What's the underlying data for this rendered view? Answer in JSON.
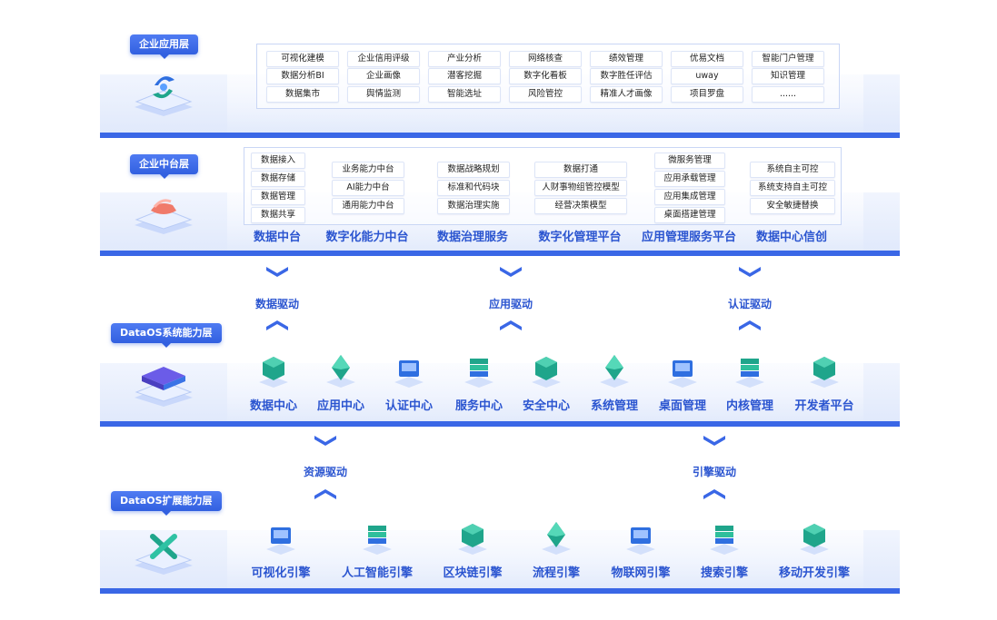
{
  "layers": {
    "application": {
      "badge": "企业应用层",
      "items": [
        [
          "可视化建模",
          "企业信用评级",
          "产业分析",
          "网络核查",
          "绩效管理",
          "优易文档",
          "智能门户管理"
        ],
        [
          "数据分析BI",
          "企业画像",
          "潜客挖掘",
          "数字化看板",
          "数字胜任评估",
          "uway",
          "知识管理"
        ],
        [
          "数据集市",
          "舆情监测",
          "智能选址",
          "风险管控",
          "精准人才画像",
          "项目罗盘",
          "......"
        ]
      ]
    },
    "middle": {
      "badge": "企业中台层",
      "groups": [
        {
          "label": "数据中台",
          "items": [
            "数据接入",
            "数据存储",
            "数据管理",
            "数据共享"
          ]
        },
        {
          "label": "数字化能力中台",
          "items": [
            "业务能力中台",
            "AI能力中台",
            "通用能力中台"
          ]
        },
        {
          "label": "数据治理服务",
          "items": [
            "数据战略规划",
            "标准和代码块",
            "数据治理实施"
          ]
        },
        {
          "label": "数字化管理平台",
          "items": [
            "数据打通",
            "人财事物组管控模型",
            "经营决策模型"
          ]
        },
        {
          "label": "应用管理服务平台",
          "items": [
            "微服务管理",
            "应用承载管理",
            "应用集成管理",
            "桌面搭建管理"
          ]
        },
        {
          "label": "数据中心信创",
          "items": [
            "系统自主可控",
            "系统支持自主可控",
            "安全敏捷替换"
          ]
        }
      ]
    },
    "dataos": {
      "badge": "DataOS系统能力层",
      "items": [
        {
          "label": "数据中心",
          "icon": "data-center-icon"
        },
        {
          "label": "应用中心",
          "icon": "application-center-icon"
        },
        {
          "label": "认证中心",
          "icon": "authentication-center-icon"
        },
        {
          "label": "服务中心",
          "icon": "service-center-icon"
        },
        {
          "label": "安全中心",
          "icon": "security-center-icon"
        },
        {
          "label": "系统管理",
          "icon": "system-management-icon"
        },
        {
          "label": "桌面管理",
          "icon": "desktop-management-icon"
        },
        {
          "label": "内核管理",
          "icon": "kernel-management-icon"
        },
        {
          "label": "开发者平台",
          "icon": "developer-platform-icon"
        }
      ]
    },
    "extension": {
      "badge": "DataOS扩展能力层",
      "items": [
        {
          "label": "可视化引擎",
          "icon": "visualization-engine-icon"
        },
        {
          "label": "人工智能引擎",
          "icon": "ai-engine-icon"
        },
        {
          "label": "区块链引擎",
          "icon": "blockchain-engine-icon"
        },
        {
          "label": "流程引擎",
          "icon": "workflow-engine-icon"
        },
        {
          "label": "物联网引擎",
          "icon": "iot-engine-icon"
        },
        {
          "label": "搜索引擎",
          "icon": "search-engine-icon"
        },
        {
          "label": "移动开发引擎",
          "icon": "mobile-dev-engine-icon"
        }
      ]
    }
  },
  "drivers_upper": [
    "数据驱动",
    "应用驱动",
    "认证驱动"
  ],
  "drivers_lower": [
    "资源驱动",
    "引擎驱动"
  ],
  "colors": {
    "primary": "#3260e0",
    "label": "#2b55d0",
    "slab": "#dfe8fb",
    "icon_green": "#1fa58b",
    "icon_blue": "#2f6fe0"
  }
}
